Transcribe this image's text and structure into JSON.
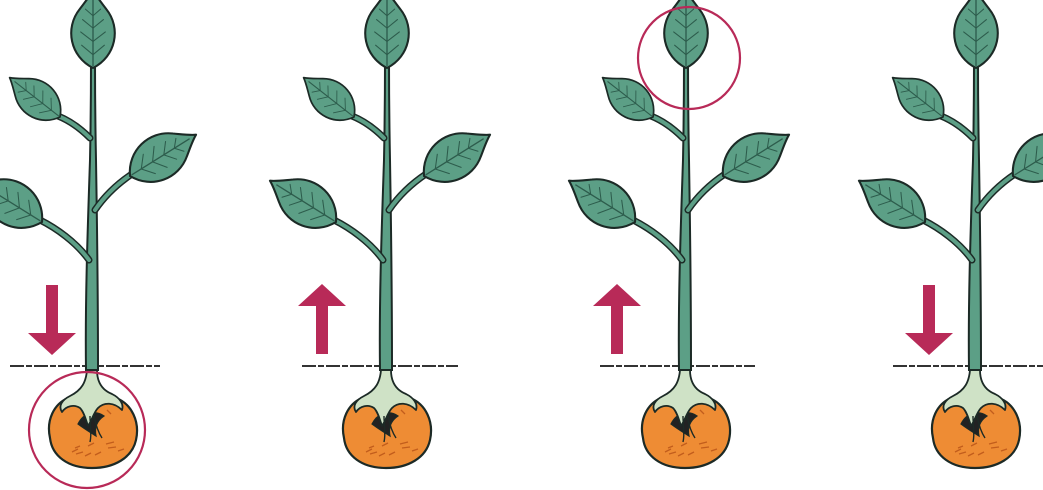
{
  "colors": {
    "background": "#ffffff",
    "leaf": "#5c9f86",
    "leaf_vein": "#2d5c4c",
    "stem": "#5c9f86",
    "outline": "#1c2a26",
    "seed": "#ee8c34",
    "seed_dark": "#c25d1c",
    "root": "#cfe2c6",
    "accent": "#b82a58",
    "soil_line": "#333333"
  },
  "panels": [
    {
      "id": "panel-1",
      "arrow": "down",
      "highlight": "seed"
    },
    {
      "id": "panel-2",
      "arrow": "up",
      "highlight": "none"
    },
    {
      "id": "panel-3",
      "arrow": "up",
      "highlight": "tip"
    },
    {
      "id": "panel-4",
      "arrow": "down",
      "highlight": "none"
    }
  ],
  "icons": {
    "arrow_down": "arrow-down-icon",
    "arrow_up": "arrow-up-icon",
    "highlight_circle": "highlight-circle-icon"
  }
}
